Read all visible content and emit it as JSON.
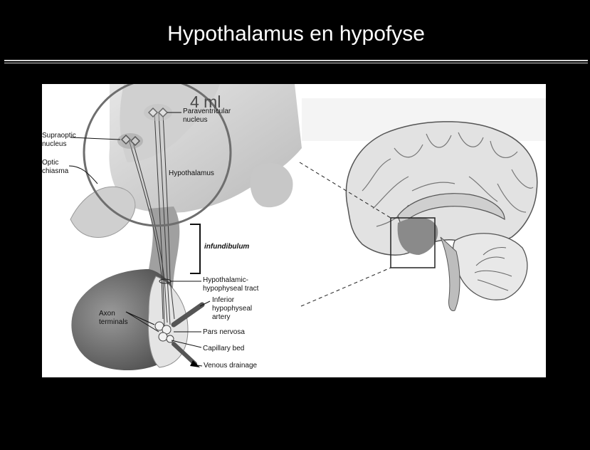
{
  "slide": {
    "title": "Hypothalamus en hypofyse"
  },
  "diagram": {
    "magnifier_label": "4 ml",
    "labels": {
      "paraventricular": [
        "Paraventricular",
        "nucleus"
      ],
      "supraoptic": [
        "Supraoptic",
        "nucleus"
      ],
      "optic_chiasma": [
        "Optic",
        "chiasma"
      ],
      "hypothalamus": "Hypothalamus",
      "infundibulum": "infundibulum",
      "tract": [
        "Hypothalamic-",
        "hypophyseal tract"
      ],
      "inferior_artery": [
        "Inferior",
        "hypophyseal",
        "artery"
      ],
      "axon_terminals": [
        "Axon",
        "terminals"
      ],
      "pars_nervosa": "Pars nervosa",
      "capillary_bed": "Capillary bed",
      "venous_drainage": "Venous drainage"
    }
  }
}
